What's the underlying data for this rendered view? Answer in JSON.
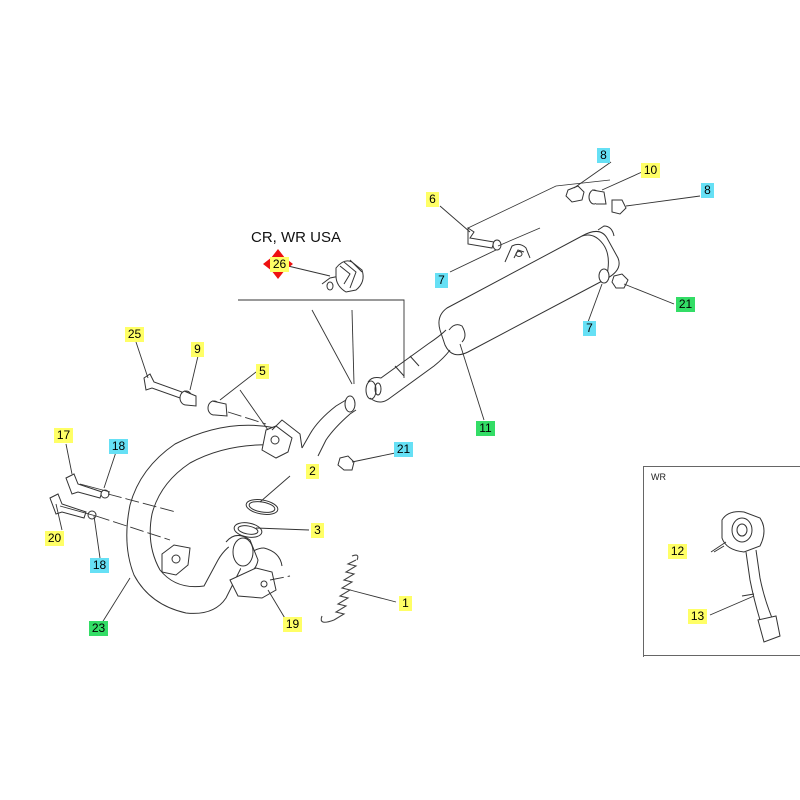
{
  "variant_label": "CR, WR USA",
  "inset_label": "WR",
  "colors": {
    "yellow": "#ffff66",
    "cyan": "#66e0f5",
    "green": "#33dd66",
    "marker_red": "#ee1111"
  },
  "callouts": {
    "c1": "1",
    "c2": "2",
    "c3": "3",
    "c5": "5",
    "c6": "6",
    "c7a": "7",
    "c7b": "7",
    "c8a": "8",
    "c8b": "8",
    "c9": "9",
    "c10": "10",
    "c11": "11",
    "c12": "12",
    "c13": "13",
    "c17": "17",
    "c18a": "18",
    "c18b": "18",
    "c19": "19",
    "c20": "20",
    "c21a": "21",
    "c21b": "21",
    "c23": "23",
    "c25": "25",
    "c26": "26"
  }
}
